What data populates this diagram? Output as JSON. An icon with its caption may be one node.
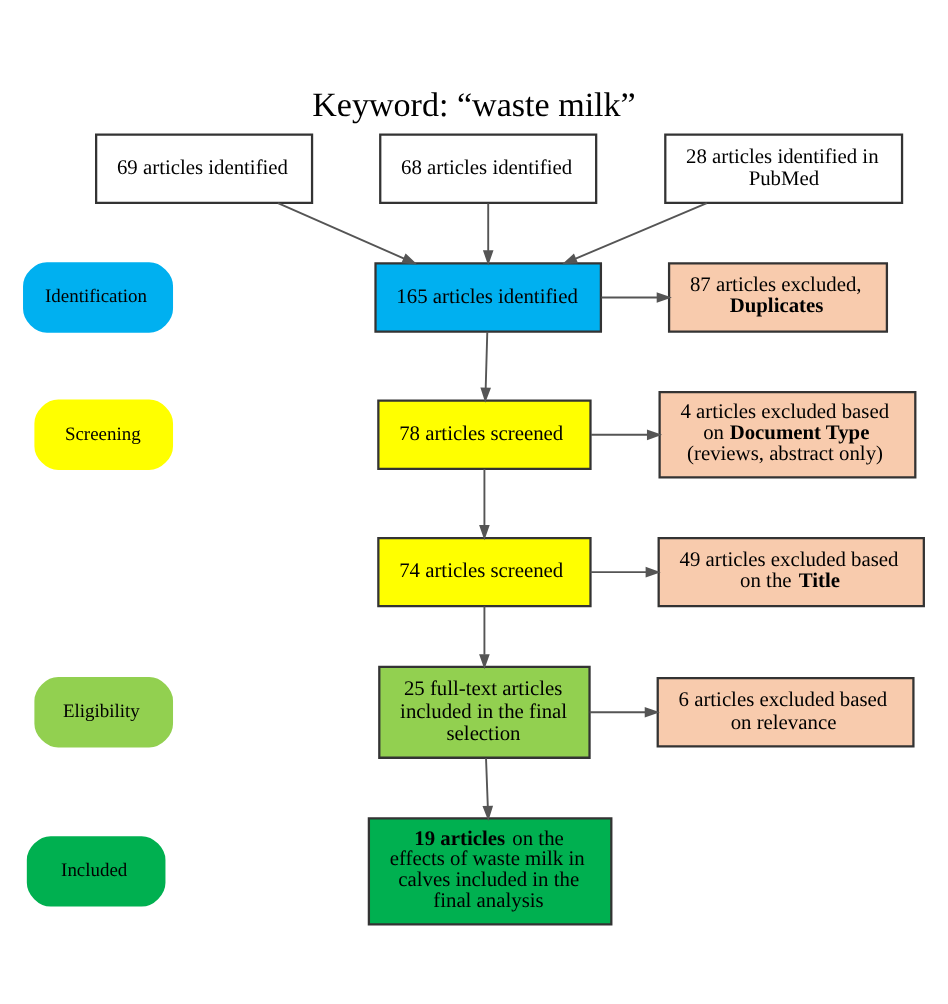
{
  "diagram": {
    "title": "Keyword: “waste milk”",
    "nodes": [
      {
        "text": [
          "69 articles identified"
        ]
      },
      {
        "text": [
          "68 articles identified"
        ]
      },
      {
        "text": [
          "28 articles identified in PubMed"
        ]
      },
      {
        "text": [
          "Identification"
        ]
      },
      {
        "text": [
          "165 articles identified"
        ]
      },
      {
        "text": [
          "87 articles excluded, **Duplicates**"
        ]
      },
      {
        "text": [
          "Screening"
        ]
      },
      {
        "text": [
          "78 articles screened"
        ]
      },
      {
        "text": [
          "4 articles excluded based on **Document Type** (reviews, abstract only)"
        ]
      },
      {
        "text": [
          "74 articles screened"
        ]
      },
      {
        "text": [
          "49 articles excluded based on the **Title**"
        ]
      },
      {
        "text": [
          "Eligibility"
        ]
      },
      {
        "text": [
          "25 full-text articles included in the final selection"
        ]
      },
      {
        "text": [
          "6 articles excluded based on relevance"
        ]
      },
      {
        "text": [
          "Included"
        ]
      },
      {
        "text": [
          "**19 articles** on the effects of waste milk in calves included in the final analysis"
        ]
      }
    ],
    "edges": [
      {
        "from": 0,
        "to": 4,
        "arrow": "to"
      },
      {
        "from": 1,
        "to": 4,
        "arrow": "to"
      },
      {
        "from": 2,
        "to": 4,
        "arrow": "to"
      },
      {
        "from": 4,
        "to": 5,
        "arrow": "to"
      },
      {
        "from": 4,
        "to": 7,
        "arrow": "to"
      },
      {
        "from": 7,
        "to": 8,
        "arrow": "to"
      },
      {
        "from": 7,
        "to": 9,
        "arrow": "to"
      },
      {
        "from": 9,
        "to": 10,
        "arrow": "to"
      },
      {
        "from": 9,
        "to": 12,
        "arrow": "to"
      },
      {
        "from": 12,
        "to": 13,
        "arrow": "to"
      },
      {
        "from": 12,
        "to": 15,
        "arrow": "to"
      }
    ]
  }
}
